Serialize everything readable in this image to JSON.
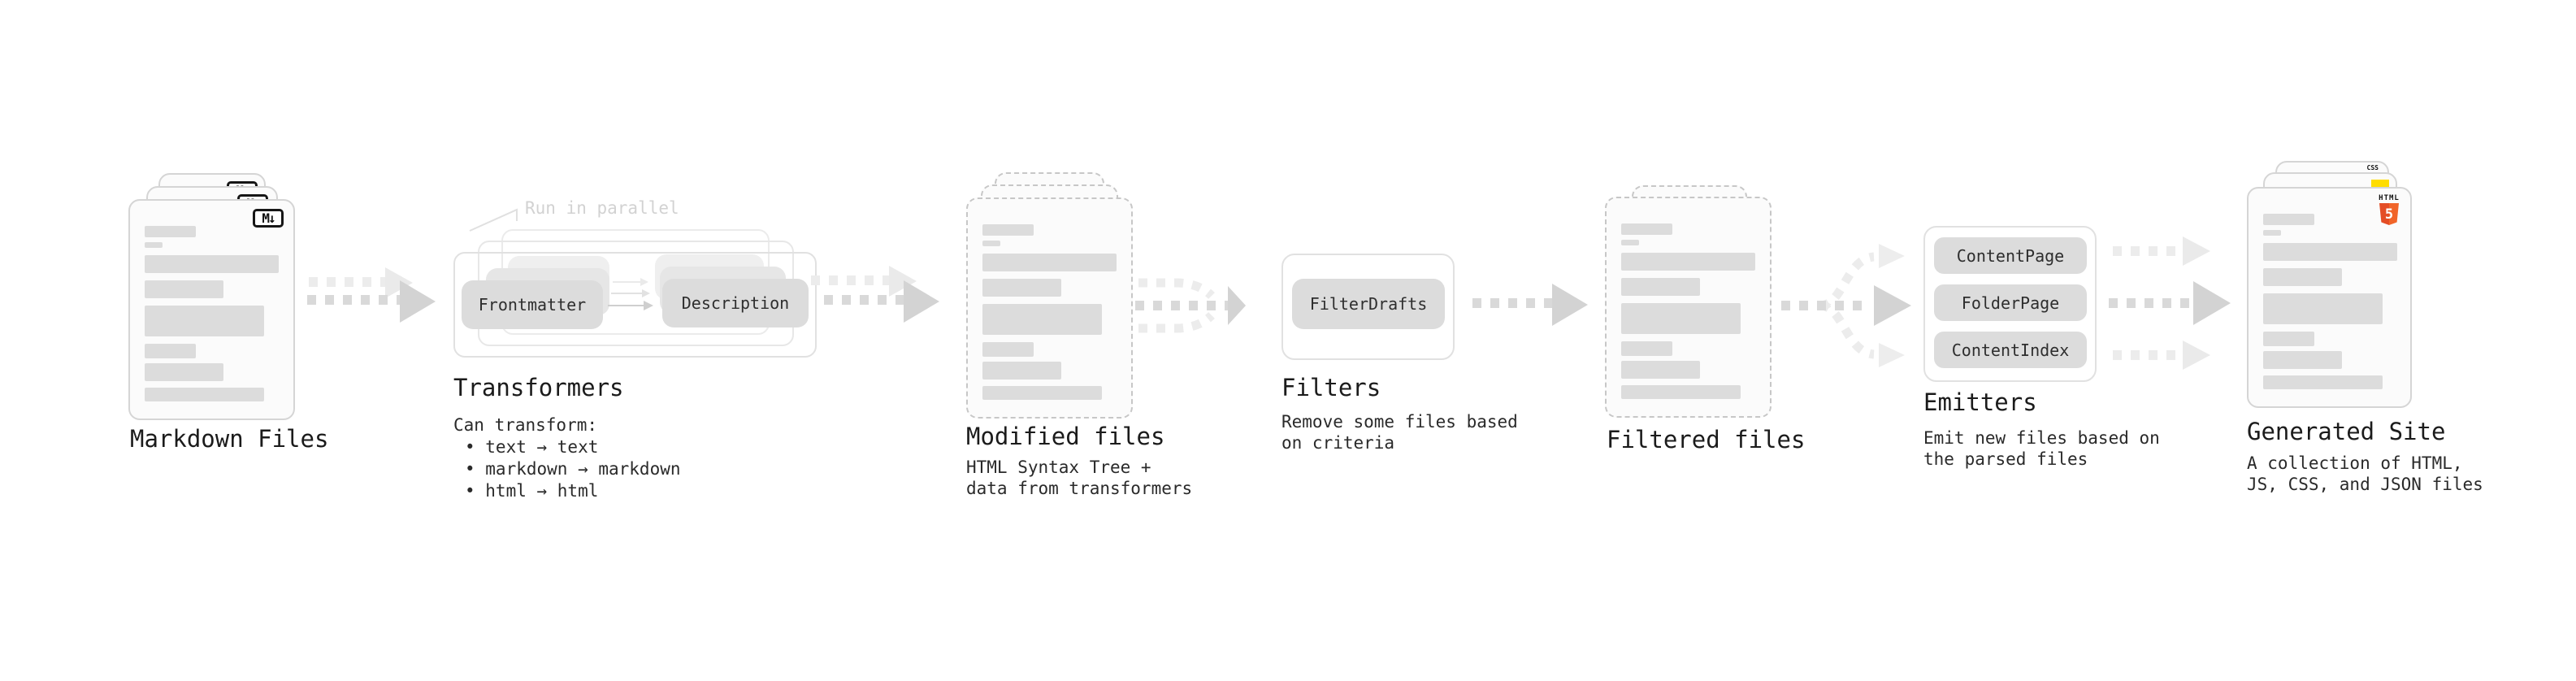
{
  "diagram": {
    "nodes": {
      "markdown_files": {
        "title": "Markdown Files",
        "badge": "M↓"
      },
      "transformers": {
        "title": "Transformers",
        "annotation": "Run in parallel",
        "box_from": "Frontmatter",
        "box_to": "Description",
        "caption": "Can transform:",
        "bullets": [
          "• text → text",
          "• markdown → markdown",
          "• html → html"
        ]
      },
      "modified_files": {
        "title": "Modified files",
        "subtitle": [
          "HTML Syntax Tree +",
          "data from transformers"
        ]
      },
      "filters": {
        "title": "Filters",
        "box": "FilterDrafts",
        "subtitle": [
          "Remove some files based",
          "on criteria"
        ]
      },
      "filtered_files": {
        "title": "Filtered files"
      },
      "emitters": {
        "title": "Emitters",
        "boxes": [
          "ContentPage",
          "FolderPage",
          "ContentIndex"
        ],
        "subtitle": [
          "Emit new files based on",
          "the parsed files"
        ]
      },
      "generated_site": {
        "title": "Generated Site",
        "subtitle": [
          "A collection of HTML,",
          "JS, CSS, and JSON files"
        ],
        "badge_css": "CSS",
        "badge_html5_word": "HTML",
        "badge_html5_number": "5"
      }
    },
    "palette": {
      "html5_orange": "#e44d26",
      "js_yellow": "#ffdd00",
      "css_blue": "#2b62e9",
      "box_gray": "#dcdcdc",
      "arrow_gray": "#d9d9d9",
      "annotation_gray": "#d2d2d2"
    }
  }
}
